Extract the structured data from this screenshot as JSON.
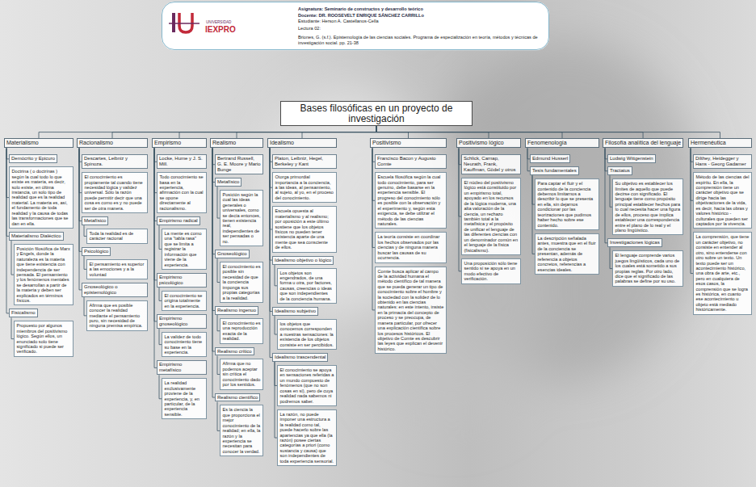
{
  "diagram": {
    "nodes": [
      {
        "text": [
          "UNIVERSIDAD",
          "IEXPRO",
          "Asignatura: Seminario de constructos y desarrollo teórico",
          "Docente: DR. ROOSEVELT ENRIQUE SÁNCHEZ CARRILLo",
          "Estudiante: Herson A. Castellanos-Cella",
          "Lectura 02:",
          "Briones, G. (s.f.). Epistemología de las ciencias sociales. Programa de especialización en teoría, métodos y técnicas de investigación social. pp. 21-38"
        ]
      },
      {
        "text": [
          "Bases filosóficas en un proyecto de investigación"
        ]
      },
      {
        "text": [
          "Materialismo"
        ]
      },
      {
        "text": [
          "Demócrito y Epicuro"
        ]
      },
      {
        "text": [
          "Doctrina ( o doctrinas ) según la cual todo lo que existe es materia, es decir, solo existe, en última instancia, un solo tipo de realidad que es la realidad material. La materia es, así, el fundamento de toda realidad y la causa de todas las transformaciones que se dan en ella."
        ]
      },
      {
        "text": [
          "Materialismo Dialéctico"
        ]
      },
      {
        "text": [
          "Posición filosófica de Marx y Engels, donde la naturaleza es la materia que tiene existencia con independencia de ser pensada. El pensamiento y los fenómenos mentales se desarrollan a partir de la materia y deben ser explicados en términos físicos."
        ]
      },
      {
        "text": [
          "Fisicalismo"
        ]
      },
      {
        "text": [
          "Propuesto por algunos miembros del positivismo lógico. Según ellos, un enunciado solo tiene significado si puede ser verificado."
        ]
      },
      {
        "text": [
          "Racionalismo"
        ]
      },
      {
        "text": [
          "Descartes, Leibniz y Spinoza."
        ]
      },
      {
        "text": [
          "El conocimiento es propiamente tal cuando tiene necesidad lógica y validez universal. Sólo la razón puede permitir decir que una cosa es como es y no puede ser de otra manera."
        ]
      },
      {
        "text": [
          "Metafísico"
        ]
      },
      {
        "text": [
          "Toda la realidad es de carácter racional"
        ]
      },
      {
        "text": [
          "Psicológico"
        ]
      },
      {
        "text": [
          "El pensamiento es superior a las emociones y a la voluntad"
        ]
      },
      {
        "text": [
          "Gnoseológico o epistemológico"
        ]
      },
      {
        "text": [
          "Afirma que es posible conocer la realidad mediante el pensamiento puro, sin necesidad de ninguna premisa empírica."
        ]
      },
      {
        "text": [
          "Empirismo"
        ]
      },
      {
        "text": [
          "Locke, Hume y J. S. Mill."
        ]
      },
      {
        "text": [
          "Todo conocimiento se basa en la experiencia, afirmación con la cual se opone directamente al racionalismo."
        ]
      },
      {
        "text": [
          "Empirismo radical"
        ]
      },
      {
        "text": [
          "La mente es como una \"tabla rasa\" que se limita a registrar la información que viene de la experiencia."
        ]
      },
      {
        "text": [
          "Empirismo psicológico"
        ]
      },
      {
        "text": [
          "El conocimiento se origina totalmente en la experiencia."
        ]
      },
      {
        "text": [
          "Empirismo gnoseológico"
        ]
      },
      {
        "text": [
          "La validez de todo conocimiento tiene su base en la experiencia."
        ]
      },
      {
        "text": [
          "Empirismo metafísico"
        ]
      },
      {
        "text": [
          "La realidad exclusivamente proviene de la experiencia, y, en particular, de la experiencia sensible."
        ]
      },
      {
        "text": [
          "Realismo"
        ]
      },
      {
        "text": [
          "Bertrand Russell, G. E. Moore y Mario Bunge"
        ]
      },
      {
        "text": [
          "Metafísico"
        ]
      },
      {
        "text": [
          "Posición según la cual las ideas generales o universales, como se decía entonces, tienen existencia real, independientes de ser pensadas o no."
        ]
      },
      {
        "text": [
          "Gnoseológico"
        ]
      },
      {
        "text": [
          "El conocimiento es posible sin necesidad de que la conciencia imponga sus propias categorías a la realidad."
        ]
      },
      {
        "text": [
          "Realismo ingenuo"
        ]
      },
      {
        "text": [
          "El conocimiento es una reproducción exacta de la realidad."
        ]
      },
      {
        "text": [
          "Realismo crítico"
        ]
      },
      {
        "text": [
          "Afirma que no podemos aceptar sin crítica el conocimiento dado por los sentidos."
        ]
      },
      {
        "text": [
          "Realismo científico"
        ]
      },
      {
        "text": [
          "Es la ciencia la que proporciona el mejor conocimiento de la realidad; en ella, la razón y la experiencia se necesitan para conocer la verdad."
        ]
      },
      {
        "text": [
          "Idealismo"
        ]
      },
      {
        "text": [
          "Platon, Leibniz, Hegel, Berkeley y Kant"
        ]
      },
      {
        "text": [
          "Otorga primordial importancia a la conciencia, a las ideas, al pensamiento, al sujeto, al yo, en el proceso del conocimiento."
        ]
      },
      {
        "text": [
          "Escuela opuesta al materialismo y al realismo; por oposición a este último sostiene que los objetos físicos no pueden tener existencia aparte de una mente que sea consciente de ellos."
        ]
      },
      {
        "text": [
          "Idealismo objetivo o lógico"
        ]
      },
      {
        "text": [
          "Los objetos son engendrados, de una forma u otra, por factores, causas, creencias o ideas que son independientes de la conciencia humana."
        ]
      },
      {
        "text": [
          "Idealismo subjetivo"
        ]
      },
      {
        "text": [
          "los objetos que conocemos corresponden a nuestras sensaciones: la existencia de los objetos consiste en ser percibidos."
        ]
      },
      {
        "text": [
          "Idealismo trascendental"
        ]
      },
      {
        "text": [
          "El conocimiento se apoya en sensaciones referidas a un mundo compuesto de fenómenos (que no son cosas en sí), pero de cuya realidad nada sabemos ni podremos saber."
        ]
      },
      {
        "text": [
          "La razón, no puede imponer una estructura a la realidad como tal, puede hacerlo sobre las apariencias ya que ella (la razón) posee ciertas categorías a priori (como sustancia y causa) que son independientes de toda experiencia sensorial."
        ]
      },
      {
        "text": [
          "Positivismo"
        ]
      },
      {
        "text": [
          "Francisco Bacon y Augusto Comte"
        ]
      },
      {
        "text": [
          "Escuela filosófica según la cual todo conocimiento, para ser genuino, debe basarse en la experiencia sensible. El progreso del conocimiento sólo es posible con la observación y el experimento y, según esta exigencia, se debe utilizar el método de las ciencias naturales."
        ]
      },
      {
        "text": [
          "La teoría consiste en coordinar los hechos observados por las ciencias y de ninguna manera buscar las causas de su ocurrencia."
        ]
      },
      {
        "text": [
          "Comte busca aplicar al campo de la actividad humana el método científico de tal manera que se pueda generar un tipo de conocimiento sobre el hombre y la sociedad con la solidez de lo obtenido en las ciencias naturales: en este intento, insiste en la primacía del concepto de proceso y se preocupa, de manera particular, por ofrecer una explicación científica sobre los procesos históricos. El objetivo de Comte es descubrir las leyes que explican el devenir histórico."
        ]
      },
      {
        "text": [
          "Positivismo lógico"
        ]
      },
      {
        "text": [
          "Schlick, Carnap, Neurath, Frank, Kauffman, Gödel y otros"
        ]
      },
      {
        "text": [
          "El núcleo del positivismo lógico está constituido por un empirismo total, apoyado en los recursos de la lógica moderna, una alta valoración de la ciencia, un rechazo también total a la metafísica y el propósito de unificar el lenguaje de las diferentes ciencias con un denominador común en el lenguaje de la física (fisicalismo)."
        ]
      },
      {
        "text": [
          "Una proposición sólo tiene sentido si se apoya en un modo efectivo de verificación."
        ]
      },
      {
        "text": [
          "Fenomenología"
        ]
      },
      {
        "text": [
          "Edmund Husserl"
        ]
      },
      {
        "text": [
          "Tesis fundamentales"
        ]
      },
      {
        "text": [
          "Para captar el fluir y el contenido de la conciencia debemos limitarnos a describir lo que se presenta en ella, sin dejarnos condicionar por las teorizaciones que pudimos haber hecho sobre ese contenido."
        ]
      },
      {
        "text": [
          "La descripción señalada antes, muestra que en el fluir de la conciencia se presentan, además de referencia a objetos concretos, referencias a esencias ideales."
        ]
      },
      {
        "text": [
          "Filosofía analítica del lenguaje"
        ]
      },
      {
        "text": [
          "Ludwig Wittgenstein"
        ]
      },
      {
        "text": [
          "Tractatus"
        ]
      },
      {
        "text": [
          "Su objetivo es establecer los límites de aquello que puede decirse con significado. El lenguaje tiene como propósito principal establecer hechos para lo cual necesita hacer una figura de ellos, proceso que implica establecer una correspondencia entre el plano de lo real y el plano lingüístico."
        ]
      },
      {
        "text": [
          "Investigaciones lógicas"
        ]
      },
      {
        "text": [
          "El lenguaje comprende varios juegos lingüísticos, cada uno de los cuales está sometido a sus propias reglas. Por otro lado, dice que el significado de las palabras se define por su uso."
        ]
      },
      {
        "text": [
          "Hermenéutica"
        ]
      },
      {
        "text": [
          "Dilthey, Heidegger y Hans - Georg Gadamer"
        ]
      },
      {
        "text": [
          "Método de las ciencias del espíritu. En ella, la comprensión tiene un carácter objetivo que se dirige hacia las objetivaciones de la vida, es decir, hacia las obras y valores histórico - culturales que pueden ser captados por la vivencia."
        ]
      },
      {
        "text": [
          "La comprensión, que tiene un carácter objetivo, no consiste en entender al otro, sino entenderse con otro sobre un texto. Un texto puede ser un acontecimiento histórico, una obra de arte, etc., pero en cualquiera de esos casos, la comprensión que se logra es histórica, en cuanto ese acontecimiento u objeto está mediado históricamente."
        ]
      }
    ],
    "edges": [
      {
        "from": 1,
        "to": 2,
        "arrow": "none"
      },
      {
        "from": 1,
        "to": 9,
        "arrow": "none"
      },
      {
        "from": 1,
        "to": 18,
        "arrow": "none"
      },
      {
        "from": 1,
        "to": 29,
        "arrow": "none"
      },
      {
        "from": 1,
        "to": 41,
        "arrow": "none"
      },
      {
        "from": 1,
        "to": 52,
        "arrow": "none"
      },
      {
        "from": 1,
        "to": 57,
        "arrow": "none"
      },
      {
        "from": 1,
        "to": 61,
        "arrow": "none"
      },
      {
        "from": 1,
        "to": 66,
        "arrow": "none"
      },
      {
        "from": 1,
        "to": 72,
        "arrow": "none"
      },
      {
        "from": 2,
        "to": 3,
        "arrow": "none"
      },
      {
        "from": 2,
        "to": 4,
        "arrow": "none"
      },
      {
        "from": 2,
        "to": 5,
        "arrow": "none"
      },
      {
        "from": 5,
        "to": 6,
        "arrow": "none"
      },
      {
        "from": 2,
        "to": 7,
        "arrow": "none"
      },
      {
        "from": 7,
        "to": 8,
        "arrow": "none"
      },
      {
        "from": 9,
        "to": 10,
        "arrow": "none"
      },
      {
        "from": 9,
        "to": 11,
        "arrow": "none"
      },
      {
        "from": 9,
        "to": 12,
        "arrow": "none"
      },
      {
        "from": 12,
        "to": 13,
        "arrow": "none"
      },
      {
        "from": 9,
        "to": 14,
        "arrow": "none"
      },
      {
        "from": 14,
        "to": 15,
        "arrow": "none"
      },
      {
        "from": 9,
        "to": 16,
        "arrow": "none"
      },
      {
        "from": 16,
        "to": 17,
        "arrow": "none"
      },
      {
        "from": 18,
        "to": 19,
        "arrow": "none"
      },
      {
        "from": 18,
        "to": 20,
        "arrow": "none"
      },
      {
        "from": 18,
        "to": 21,
        "arrow": "none"
      },
      {
        "from": 21,
        "to": 22,
        "arrow": "none"
      },
      {
        "from": 18,
        "to": 23,
        "arrow": "none"
      },
      {
        "from": 23,
        "to": 24,
        "arrow": "none"
      },
      {
        "from": 18,
        "to": 25,
        "arrow": "none"
      },
      {
        "from": 25,
        "to": 26,
        "arrow": "none"
      },
      {
        "from": 18,
        "to": 27,
        "arrow": "none"
      },
      {
        "from": 27,
        "to": 28,
        "arrow": "none"
      },
      {
        "from": 29,
        "to": 30,
        "arrow": "none"
      },
      {
        "from": 29,
        "to": 31,
        "arrow": "none"
      },
      {
        "from": 31,
        "to": 32,
        "arrow": "none"
      },
      {
        "from": 29,
        "to": 33,
        "arrow": "none"
      },
      {
        "from": 33,
        "to": 34,
        "arrow": "none"
      },
      {
        "from": 29,
        "to": 35,
        "arrow": "none"
      },
      {
        "from": 35,
        "to": 36,
        "arrow": "none"
      },
      {
        "from": 29,
        "to": 37,
        "arrow": "none"
      },
      {
        "from": 37,
        "to": 38,
        "arrow": "none"
      },
      {
        "from": 29,
        "to": 39,
        "arrow": "none"
      },
      {
        "from": 39,
        "to": 40,
        "arrow": "none"
      },
      {
        "from": 41,
        "to": 42,
        "arrow": "none"
      },
      {
        "from": 41,
        "to": 43,
        "arrow": "none"
      },
      {
        "from": 41,
        "to": 44,
        "arrow": "none"
      },
      {
        "from": 41,
        "to": 45,
        "arrow": "none"
      },
      {
        "from": 45,
        "to": 46,
        "arrow": "none"
      },
      {
        "from": 41,
        "to": 47,
        "arrow": "none"
      },
      {
        "from": 47,
        "to": 48,
        "arrow": "none"
      },
      {
        "from": 41,
        "to": 49,
        "arrow": "none"
      },
      {
        "from": 49,
        "to": 50,
        "arrow": "none"
      },
      {
        "from": 49,
        "to": 51,
        "arrow": "none"
      },
      {
        "from": 52,
        "to": 53,
        "arrow": "none"
      },
      {
        "from": 52,
        "to": 54,
        "arrow": "none"
      },
      {
        "from": 52,
        "to": 55,
        "arrow": "none"
      },
      {
        "from": 52,
        "to": 56,
        "arrow": "none"
      },
      {
        "from": 57,
        "to": 58,
        "arrow": "none"
      },
      {
        "from": 57,
        "to": 59,
        "arrow": "none"
      },
      {
        "from": 57,
        "to": 60,
        "arrow": "none"
      },
      {
        "from": 61,
        "to": 62,
        "arrow": "none"
      },
      {
        "from": 61,
        "to": 63,
        "arrow": "none"
      },
      {
        "from": 63,
        "to": 64,
        "arrow": "none"
      },
      {
        "from": 63,
        "to": 65,
        "arrow": "none"
      },
      {
        "from": 66,
        "to": 67,
        "arrow": "none"
      },
      {
        "from": 66,
        "to": 68,
        "arrow": "none"
      },
      {
        "from": 68,
        "to": 69,
        "arrow": "none"
      },
      {
        "from": 66,
        "to": 70,
        "arrow": "none"
      },
      {
        "from": 70,
        "to": 71,
        "arrow": "none"
      },
      {
        "from": 72,
        "to": 73,
        "arrow": "none"
      },
      {
        "from": 72,
        "to": 74,
        "arrow": "none"
      },
      {
        "from": 72,
        "to": 75,
        "arrow": "none"
      }
    ]
  }
}
